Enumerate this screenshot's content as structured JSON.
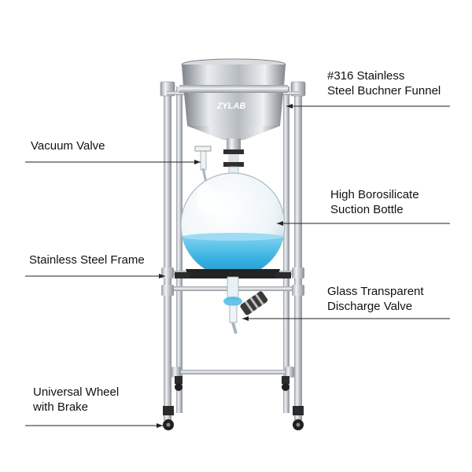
{
  "diagram": {
    "logo_text": "ZYLAB",
    "callouts": [
      {
        "id": "funnel",
        "lines": [
          "#316 Stainless",
          "Steel Buchner Funnel"
        ]
      },
      {
        "id": "vacuum",
        "lines": [
          "Vacuum Valve"
        ]
      },
      {
        "id": "bottle",
        "lines": [
          "High Borosilicate",
          "Suction Bottle"
        ]
      },
      {
        "id": "frame",
        "lines": [
          "Stainless Steel Frame"
        ]
      },
      {
        "id": "discharge",
        "lines": [
          "Glass Transparent",
          "Discharge Valve"
        ]
      },
      {
        "id": "wheel",
        "lines": [
          "Universal Wheel",
          "with Brake"
        ]
      }
    ],
    "colors": {
      "steel": "#c9cdd2",
      "steel_dark": "#8a9097",
      "liquid": "#3fb6e3",
      "glass": "#e8f2f7",
      "leader_line": "#222222",
      "text": "#111111"
    }
  }
}
